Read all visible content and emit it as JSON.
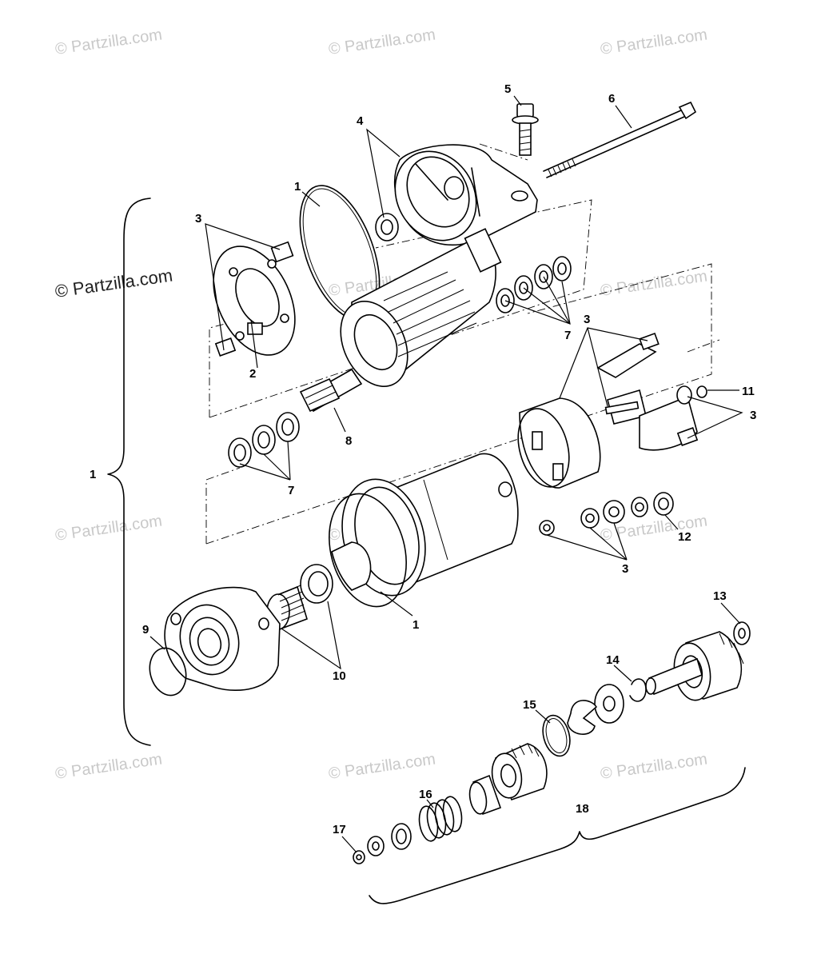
{
  "watermark": {
    "text": "© Partzilla.com"
  },
  "callouts": [
    {
      "id": "c5",
      "text": "5"
    },
    {
      "id": "c6",
      "text": "6"
    },
    {
      "id": "c4",
      "text": "4"
    },
    {
      "id": "c1a",
      "text": "1"
    },
    {
      "id": "c3a",
      "text": "3"
    },
    {
      "id": "c2",
      "text": "2"
    },
    {
      "id": "c7a",
      "text": "7"
    },
    {
      "id": "c3b",
      "text": "3"
    },
    {
      "id": "c11",
      "text": "11"
    },
    {
      "id": "c3c",
      "text": "3"
    },
    {
      "id": "c8",
      "text": "8"
    },
    {
      "id": "c7b",
      "text": "7"
    },
    {
      "id": "c1b",
      "text": "1"
    },
    {
      "id": "c12",
      "text": "12"
    },
    {
      "id": "c3d",
      "text": "3"
    },
    {
      "id": "c1c",
      "text": "1"
    },
    {
      "id": "c9",
      "text": "9"
    },
    {
      "id": "c10",
      "text": "10"
    },
    {
      "id": "c13",
      "text": "13"
    },
    {
      "id": "c14",
      "text": "14"
    },
    {
      "id": "c15",
      "text": "15"
    },
    {
      "id": "c16",
      "text": "16"
    },
    {
      "id": "c18",
      "text": "18"
    },
    {
      "id": "c17",
      "text": "17"
    }
  ],
  "colors": {
    "line": "#000000",
    "background": "#ffffff",
    "watermark": "#c9c9c9"
  }
}
